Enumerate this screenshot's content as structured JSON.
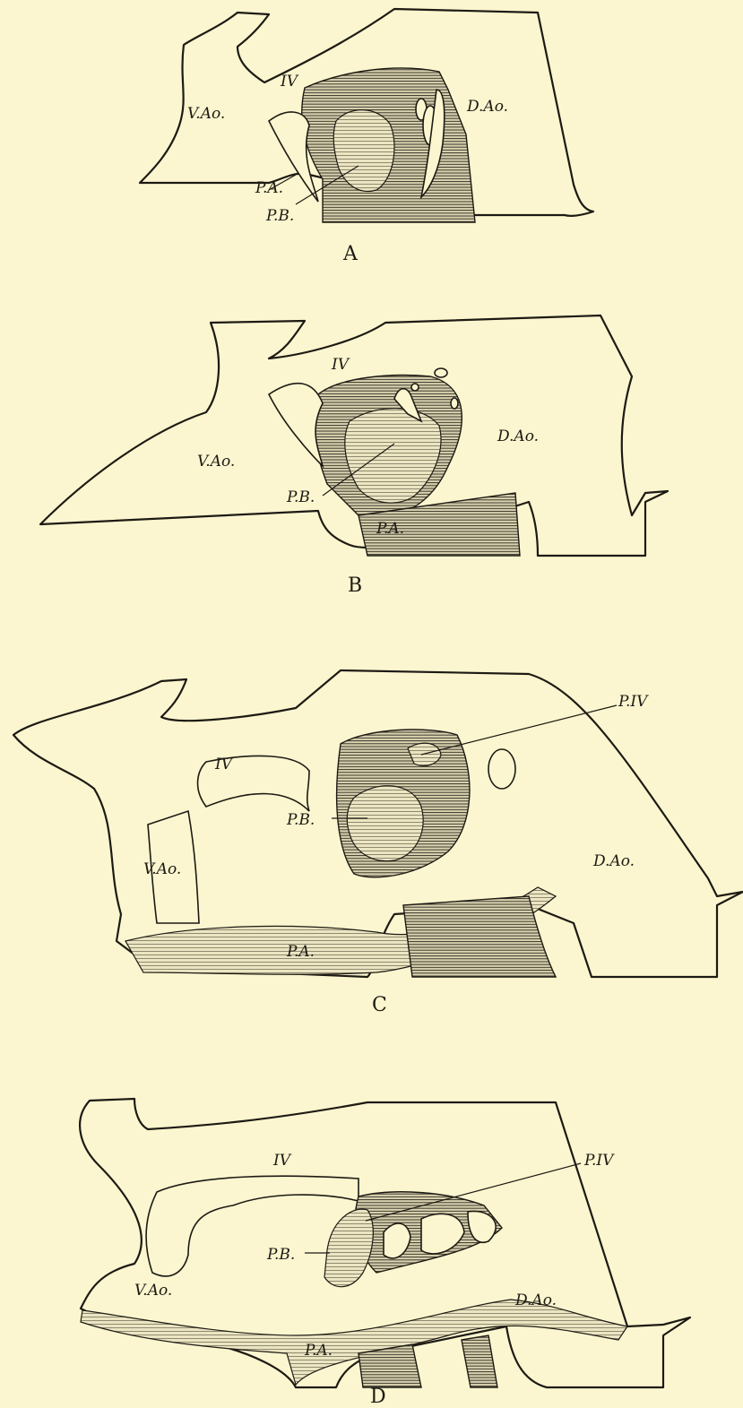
{
  "figure": {
    "panels": [
      {
        "id": "A",
        "label": "A",
        "labels": {
          "fourth_arch": "IV",
          "ventral_aorta": "V.Ao.",
          "dorsal_aorta": "D.Ao.",
          "pulmonary_artery": "P.A.",
          "pulmonary_branch": "P.B."
        }
      },
      {
        "id": "B",
        "label": "B",
        "labels": {
          "fourth_arch": "IV",
          "ventral_aorta": "V.Ao.",
          "dorsal_aorta": "D.Ao.",
          "pulmonary_artery": "P.A.",
          "pulmonary_branch": "P.B."
        }
      },
      {
        "id": "C",
        "label": "C",
        "labels": {
          "fourth_arch": "IV",
          "ventral_aorta": "V.Ao.",
          "dorsal_aorta": "D.Ao.",
          "pulmonary_artery": "P.A.",
          "pulmonary_branch": "P.B.",
          "pouch_iv": "P.IV"
        }
      },
      {
        "id": "D",
        "label": "D",
        "labels": {
          "fourth_arch": "IV",
          "ventral_aorta": "V.Ao.",
          "dorsal_aorta": "D.Ao.",
          "pulmonary_artery": "P.A.",
          "pulmonary_branch": "P.B.",
          "pouch_iv": "P.IV"
        }
      }
    ]
  }
}
